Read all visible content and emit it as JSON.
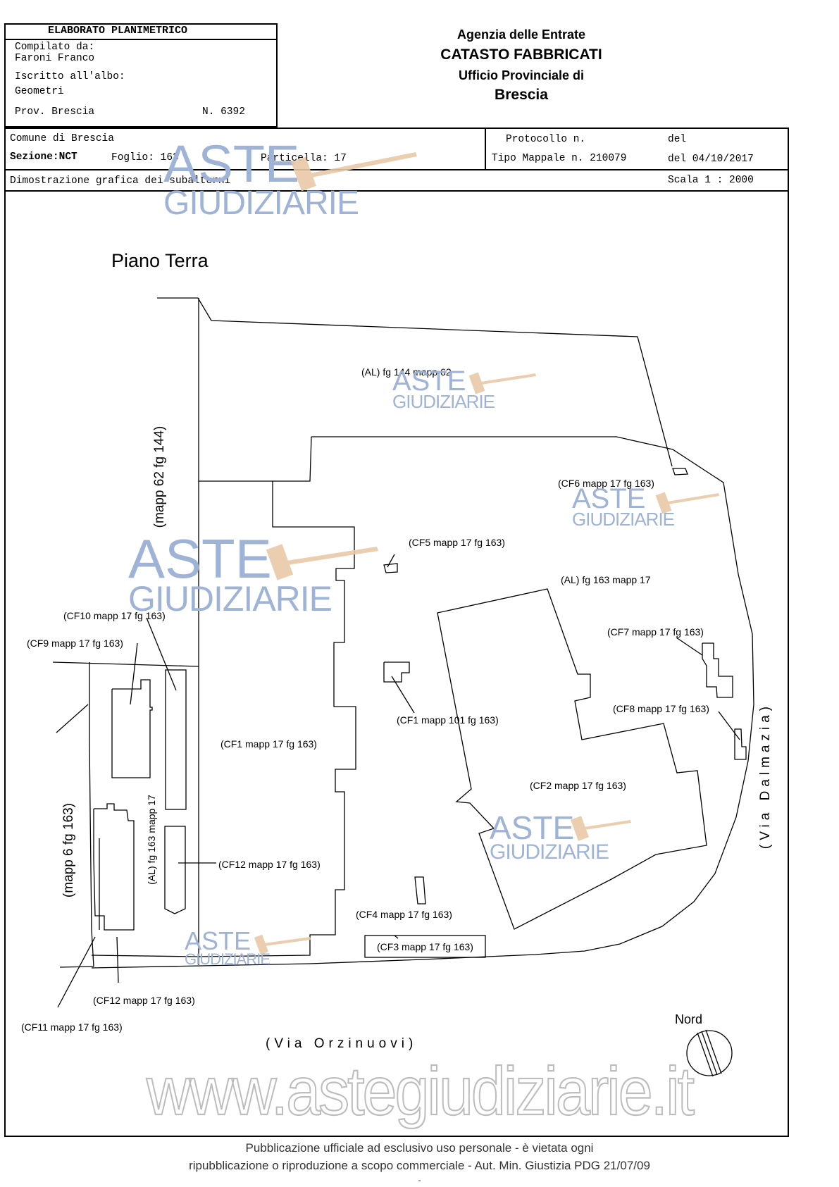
{
  "header": {
    "elab_title": "ELABORATO PLANIMETRICO",
    "compiled_label": "Compilato da:",
    "compiled_name": "Faroni Franco",
    "albo_label": "Iscritto all'albo:",
    "albo_value": "Geometri",
    "prov": "Prov. Brescia",
    "number": "N. 6392",
    "agency_1": "Agenzia delle Entrate",
    "agency_2": "CATASTO FABBRICATI",
    "agency_3": "Ufficio Provinciale di",
    "agency_4": "Brescia"
  },
  "info": {
    "comune": "Comune di Brescia",
    "sezione": "Sezione:NCT",
    "foglio": "Foglio: 163",
    "particella": "Particella: 17",
    "protocollo": "Protocollo n.",
    "del_label": "del",
    "tipo_mappale": "Tipo Mappale n. 210079",
    "del_date": "del 04/10/2017",
    "dimostrazione": "Dimostrazione grafica dei subalterni",
    "scala": "Scala 1 : 2000"
  },
  "plan": {
    "title": "Piano Terra",
    "labels": {
      "al_144": "(AL) fg 144 mapp 62",
      "mapp62": "(mapp 62 fg 144)",
      "cf6": "(CF6 mapp 17 fg 163)",
      "cf5": "(CF5 mapp 17 fg 163)",
      "al_163": "(AL) fg 163 mapp 17",
      "cf10": "(CF10 mapp 17 fg 163)",
      "cf9": "(CF9 mapp 17 fg 163)",
      "cf7": "(CF7 mapp 17 fg 163)",
      "cf1_101": "(CF1 mapp 101 fg 163)",
      "cf8": "(CF8 mapp 17 fg 163)",
      "cf1": "(CF1 mapp 17 fg 163)",
      "cf2": "(CF2 mapp 17 fg 163)",
      "mapp6": "(mapp 6 fg 163)",
      "al_163_v": "(AL) fg 163 mapp 17",
      "cf12_a": "(CF12 mapp 17 fg 163)",
      "cf4": "(CF4 mapp 17 fg 163)",
      "cf3": "(CF3 mapp 17 fg 163)",
      "cf12_b": "(CF12 mapp 17 fg 163)",
      "cf11": "(CF11 mapp 17 fg 163)",
      "via_orzinuovi": "(Via Orzinuovi)",
      "via_dalmazia": "(Via Dalmazia)",
      "nord": "Nord"
    }
  },
  "watermarks": {
    "aste": "ASTE",
    "giudiziarie": "GIUDIZIARIE",
    "website": "www.astegiudiziarie.it"
  },
  "footer": {
    "line1": "Pubblicazione ufficiale ad esclusivo uso personale - è vietata ogni",
    "line2": "ripubblicazione o riproduzione a scopo commerciale - Aut. Min. Giustizia PDG 21/07/09",
    "line3": "-"
  },
  "colors": {
    "watermark": "#9fb3d6",
    "gavel": "#e8c9a6"
  }
}
